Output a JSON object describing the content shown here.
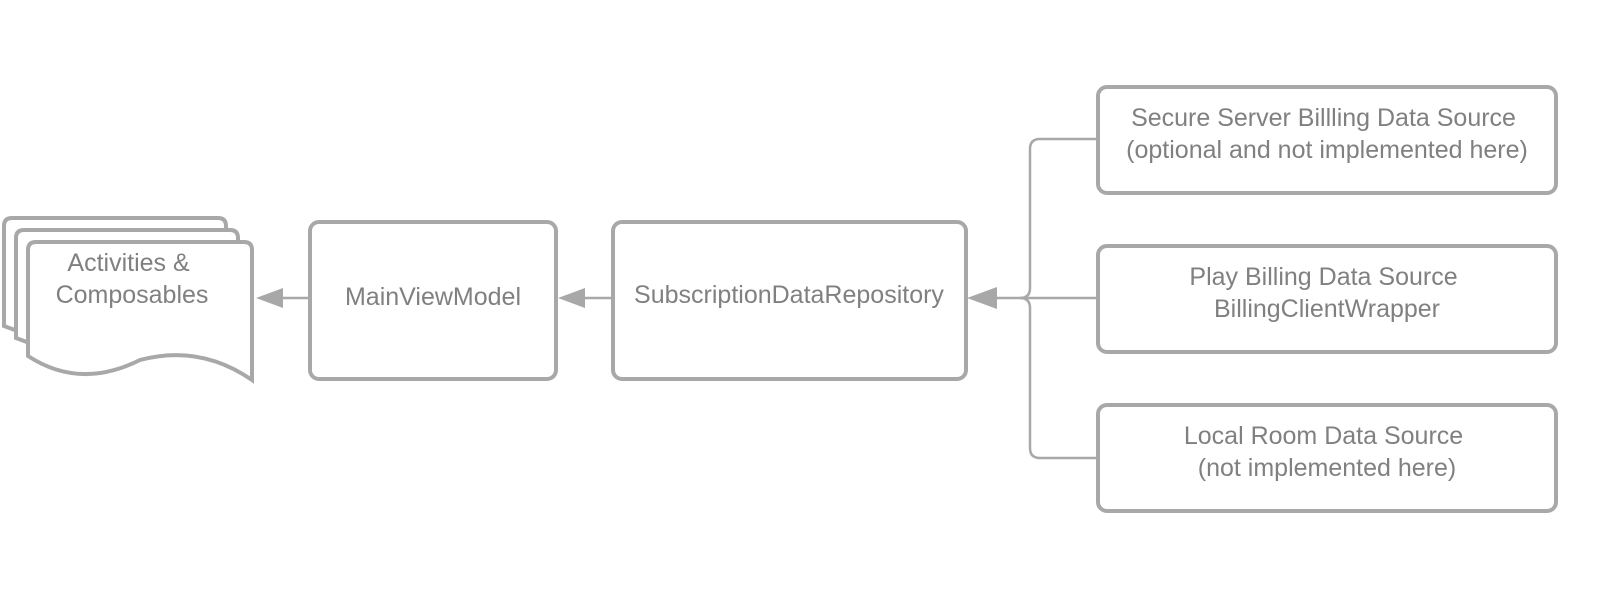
{
  "diagram": {
    "nodes": {
      "activities": {
        "lines": [
          "Activities &",
          "Composables"
        ]
      },
      "viewmodel": {
        "lines": [
          "MainViewModel"
        ]
      },
      "repository": {
        "lines": [
          "SubscriptionDataRepository"
        ]
      },
      "secure_server": {
        "lines": [
          "Secure Server Billling Data Source",
          "(optional and not implemented here)"
        ]
      },
      "play_billing": {
        "lines": [
          "Play Billing Data Source",
          "BillingClientWrapper"
        ]
      },
      "local_room": {
        "lines": [
          "Local Room Data Source",
          "(not implemented here)"
        ]
      }
    },
    "edges": [
      {
        "from": "viewmodel",
        "to": "activities"
      },
      {
        "from": "repository",
        "to": "viewmodel"
      },
      {
        "from": "secure_server",
        "to": "repository"
      },
      {
        "from": "play_billing",
        "to": "repository"
      },
      {
        "from": "local_room",
        "to": "repository"
      }
    ],
    "colors": {
      "stroke": "#a8a8a8",
      "text": "#808080",
      "background": "#ffffff"
    }
  }
}
